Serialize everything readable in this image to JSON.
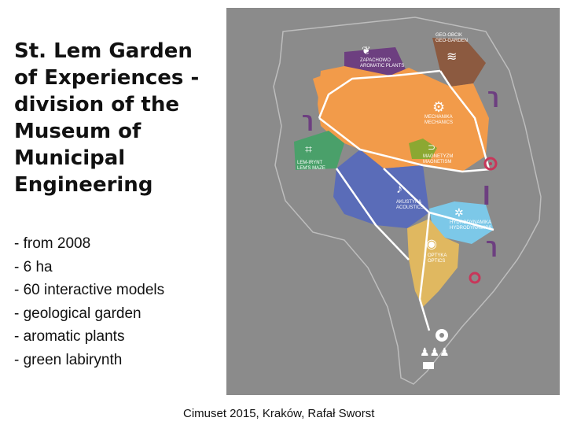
{
  "slide": {
    "title": "St. Lem Garden of Experiences - division of the Museum of Municipal Engineering",
    "facts": [
      "- from 2008",
      "- 6 ha",
      "- 60 interactive models",
      "- geological garden",
      "- aromatic plants",
      "- green labirynth"
    ],
    "caption": "Cimuset 2015, Kraków, Rafał Sworst"
  },
  "map": {
    "zones": [
      {
        "label": "GEO-OBCIK",
        "sublabel": "GEO-GARDEN",
        "color": "#8c5a40",
        "icon": "geology-icon"
      },
      {
        "label": "ZAPACHOWO",
        "sublabel": "AROMATIC PLANTS",
        "color": "#6d3f80",
        "icon": "aroma-leaf-icon"
      },
      {
        "label": "MECHANIKA",
        "sublabel": "MECHANICS",
        "color": "#f29b4a",
        "icon": "gear-icon"
      },
      {
        "label": "MAGNETYZM",
        "sublabel": "MAGNETISM",
        "color": "#8ca832",
        "icon": "magnet-icon"
      },
      {
        "label": "LEM-IRYNT",
        "sublabel": "LEM'S MAZE",
        "color": "#4aa06a",
        "icon": "maze-icon"
      },
      {
        "label": "AKUSTYKA",
        "sublabel": "ACOUSTICS",
        "color": "#5a6cb8",
        "icon": "music-note-icon"
      },
      {
        "label": "HYDRODYNAMIKA",
        "sublabel": "HYDRODYNAMICS",
        "color": "#7cc8e8",
        "icon": "water-drop-icon"
      },
      {
        "label": "OPTYKA",
        "sublabel": "OPTICS",
        "color": "#e0b860",
        "icon": "eye-icon"
      }
    ]
  }
}
